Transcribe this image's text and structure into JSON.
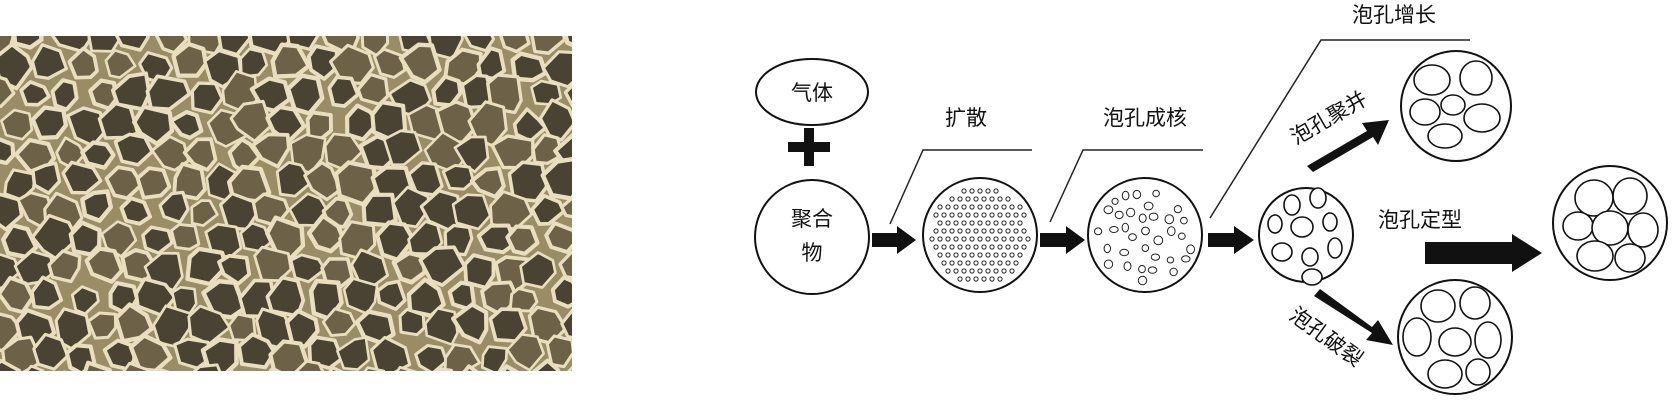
{
  "foam_photo": {
    "colors": {
      "base": "#9a8c64",
      "wall": "#e9dfbf",
      "pore": "#4a4333"
    }
  },
  "labels": {
    "gas": "气体",
    "polymer_l1": "聚合",
    "polymer_l2": "物",
    "diffusion": "扩散",
    "nucleation": "泡孔成核",
    "growth": "泡孔增长",
    "coalescence": "泡孔聚并",
    "rupture": "泡孔破裂",
    "stabilization": "泡孔定型"
  },
  "colors": {
    "ink": "#111111",
    "arrow": "#111111"
  }
}
